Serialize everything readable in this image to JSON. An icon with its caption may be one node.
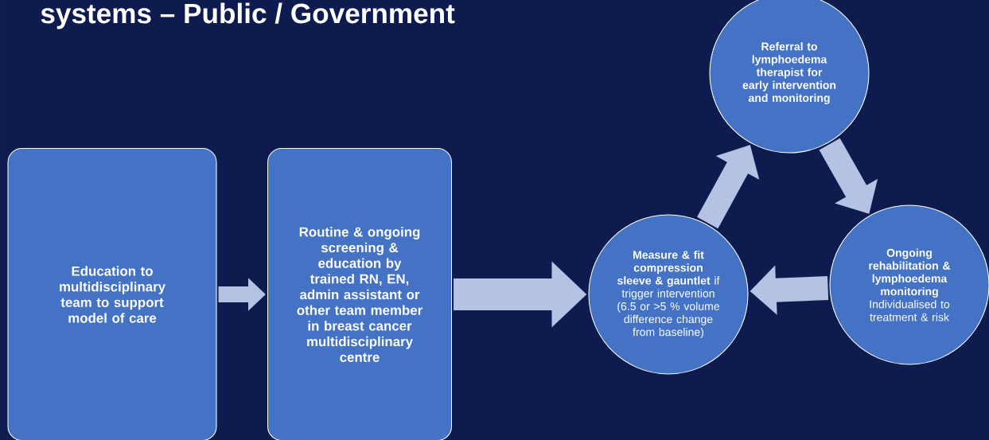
{
  "diagram": {
    "title": "systems – Public / Government",
    "nodes": [
      {
        "text": [
          "Education to multidisciplinary team to support model of care"
        ]
      },
      {
        "text": [
          "Routine & ongoing screening & education by trained RN, EN, admin assistant or other team member in breast cancer multidisciplinary centre"
        ]
      },
      {
        "text": [
          "Referral to lymphoedema therapist for early intervention and monitoring"
        ]
      },
      {
        "text": [
          "Ongoing rehabilitation & lymphoedema monitoring",
          "Individualised to treatment & risk"
        ]
      },
      {
        "text": [
          "**Measure & fit compression sleeve & gauntlet** if trigger intervention (6.5 or >5 % volume difference change from baseline)"
        ]
      }
    ],
    "edges": [
      {
        "from": 0,
        "to": 1,
        "arrow": "to"
      },
      {
        "from": 1,
        "to": 4,
        "arrow": "to"
      },
      {
        "from": 4,
        "to": 2,
        "arrow": "to"
      },
      {
        "from": 2,
        "to": 3,
        "arrow": "to"
      },
      {
        "from": 3,
        "to": 4,
        "arrow": "to"
      }
    ]
  }
}
